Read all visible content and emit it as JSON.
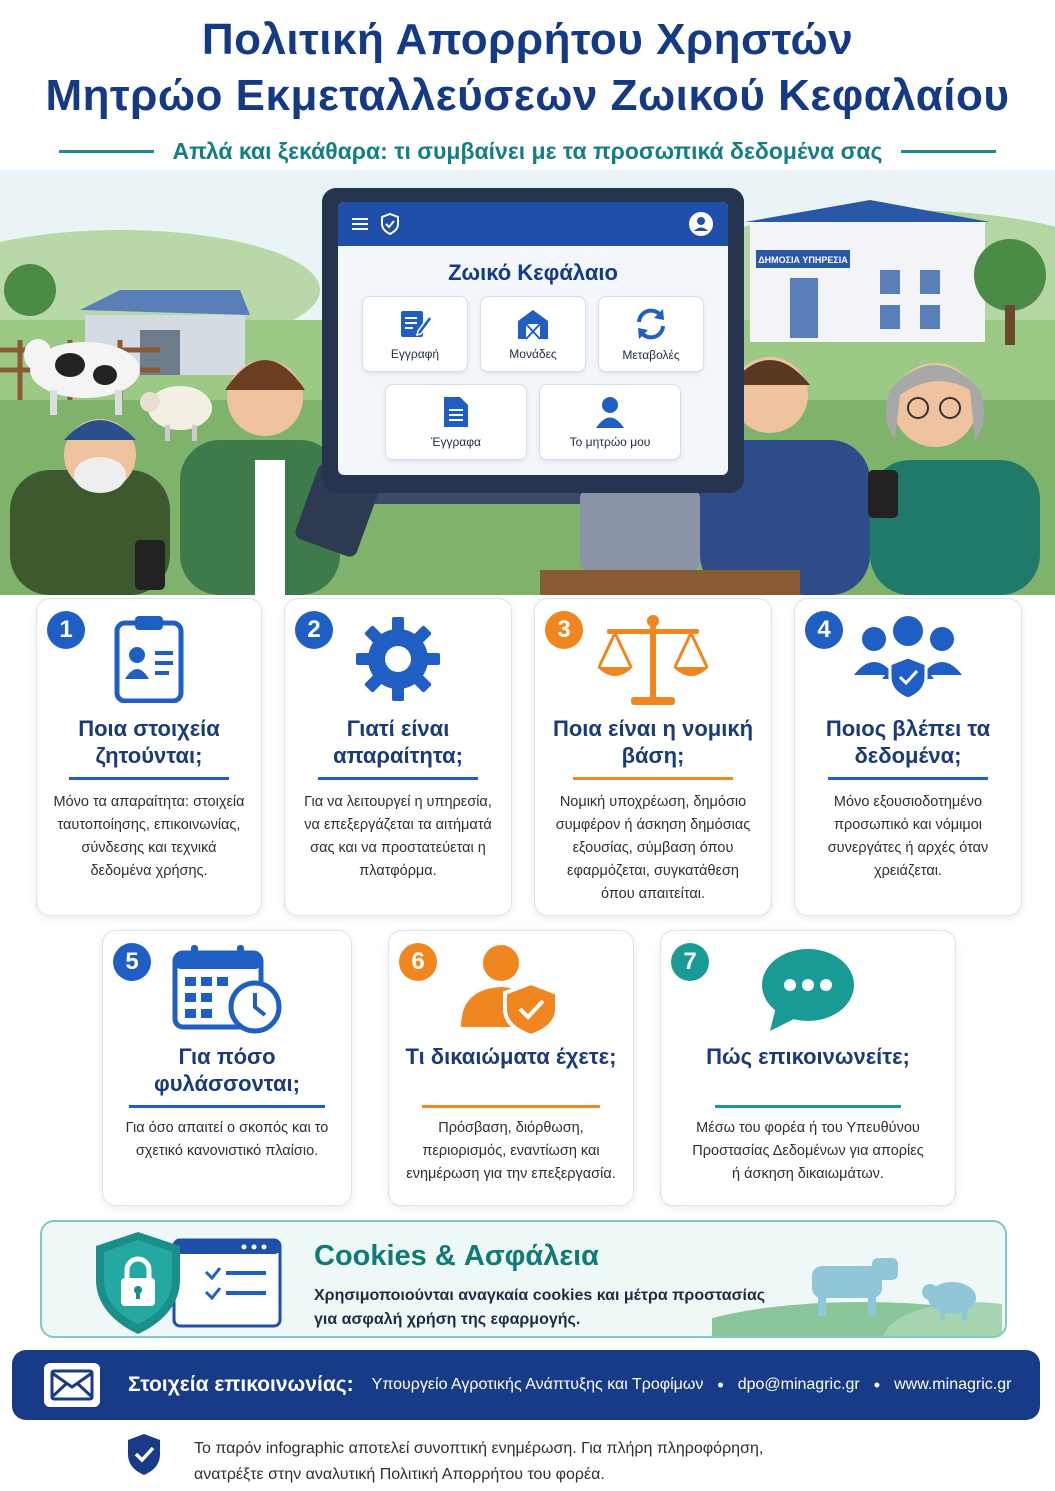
{
  "header": {
    "title_line1": "Πολιτική Απορρήτου Χρηστών",
    "title_line2": "Μητρώο Εκμεταλλεύσεων Ζωικού Κεφαλαίου",
    "subtitle": "Απλά και ξεκάθαρα: τι συμβαίνει με τα προσωπικά δεδομένα σας"
  },
  "scene": {
    "building_sign": "ΔΗΜΟΣΙΑ ΥΠΗΡΕΣΙΑ",
    "app": {
      "title": "Ζωικό Κεφάλαιο",
      "tiles": [
        {
          "label": "Εγγραφή",
          "icon": "edit-icon"
        },
        {
          "label": "Μονάδες",
          "icon": "barn-icon"
        },
        {
          "label": "Μεταβολές",
          "icon": "refresh-icon"
        },
        {
          "label": "Έγγραφα",
          "icon": "document-icon"
        },
        {
          "label": "Το μητρώο μου",
          "icon": "user-icon"
        }
      ]
    }
  },
  "cards": [
    {
      "num": "1",
      "title": "Ποια στοιχεία ζητούνται;",
      "text": "Μόνο τα απαραίτητα: στοιχεία ταυτοποίησης, επικοινωνίας, σύνδεσης και τεχνικά δεδομένα χρήσης.",
      "icon": "id-clipboard-icon"
    },
    {
      "num": "2",
      "title": "Γιατί είναι απαραίτητα;",
      "text": "Για να λειτουργεί η υπηρεσία, να επεξεργάζεται τα αιτήματά σας και να προστατεύεται η πλατφόρμα.",
      "icon": "gear-icon"
    },
    {
      "num": "3",
      "title": "Ποια είναι η νομική βάση;",
      "text": "Νομική υποχρέωση, δημόσιο συμφέρον ή άσκηση δημόσιας εξουσίας, σύμβαση όπου εφαρμόζεται, συγκατάθεση όπου απαιτείται.",
      "icon": "scales-icon"
    },
    {
      "num": "4",
      "title": "Ποιος βλέπει τα δεδομένα;",
      "text": "Μόνο εξουσιοδοτημένο προσωπικό και νόμιμοι συνεργάτες ή αρχές όταν χρειάζεται.",
      "icon": "people-shield-icon"
    },
    {
      "num": "5",
      "title": "Για πόσο φυλάσσονται;",
      "text": "Για όσο απαιτεί ο σκοπός και το σχετικό κανονιστικό πλαίσιο.",
      "icon": "calendar-clock-icon"
    },
    {
      "num": "6",
      "title": "Τι δικαιώματα έχετε;",
      "text": "Πρόσβαση, διόρθωση, περιορισμός, εναντίωση και ενημέρωση για την επεξεργασία.",
      "icon": "user-shield-icon"
    },
    {
      "num": "7",
      "title": "Πώς επικοινωνείτε;",
      "text": "Μέσω του φορέα ή του Υπευθύνου Προστασίας Δεδομένων για απορίες ή άσκηση δικαιωμάτων.",
      "icon": "chat-icon"
    }
  ],
  "cookies": {
    "title": "Cookies & Ασφάλεια",
    "text_line1": "Χρησιμοποιούνται αναγκαία cookies και μέτρα προστασίας",
    "text_line2": "για ασφαλή χρήση της εφαρμογής."
  },
  "contact": {
    "label": "Στοιχεία επικοινωνίας:",
    "org": "Υπουργείο Αγροτικής Ανάπτυξης και Τροφίμων",
    "email": "dpo@minagric.gr",
    "website": "www.minagric.gr",
    "separator": "•"
  },
  "footer": {
    "line1": "Το παρόν infographic αποτελεί συνοπτική ενημέρωση. Για πλήρη πληροφόρηση,",
    "line2": "ανατρέξτε στην αναλυτική Πολιτική Απορρήτου του φορέα."
  },
  "colors": {
    "navy": "#173b86",
    "blue": "#1f5fc4",
    "orange": "#f0861f",
    "teal": "#1a9a95"
  }
}
